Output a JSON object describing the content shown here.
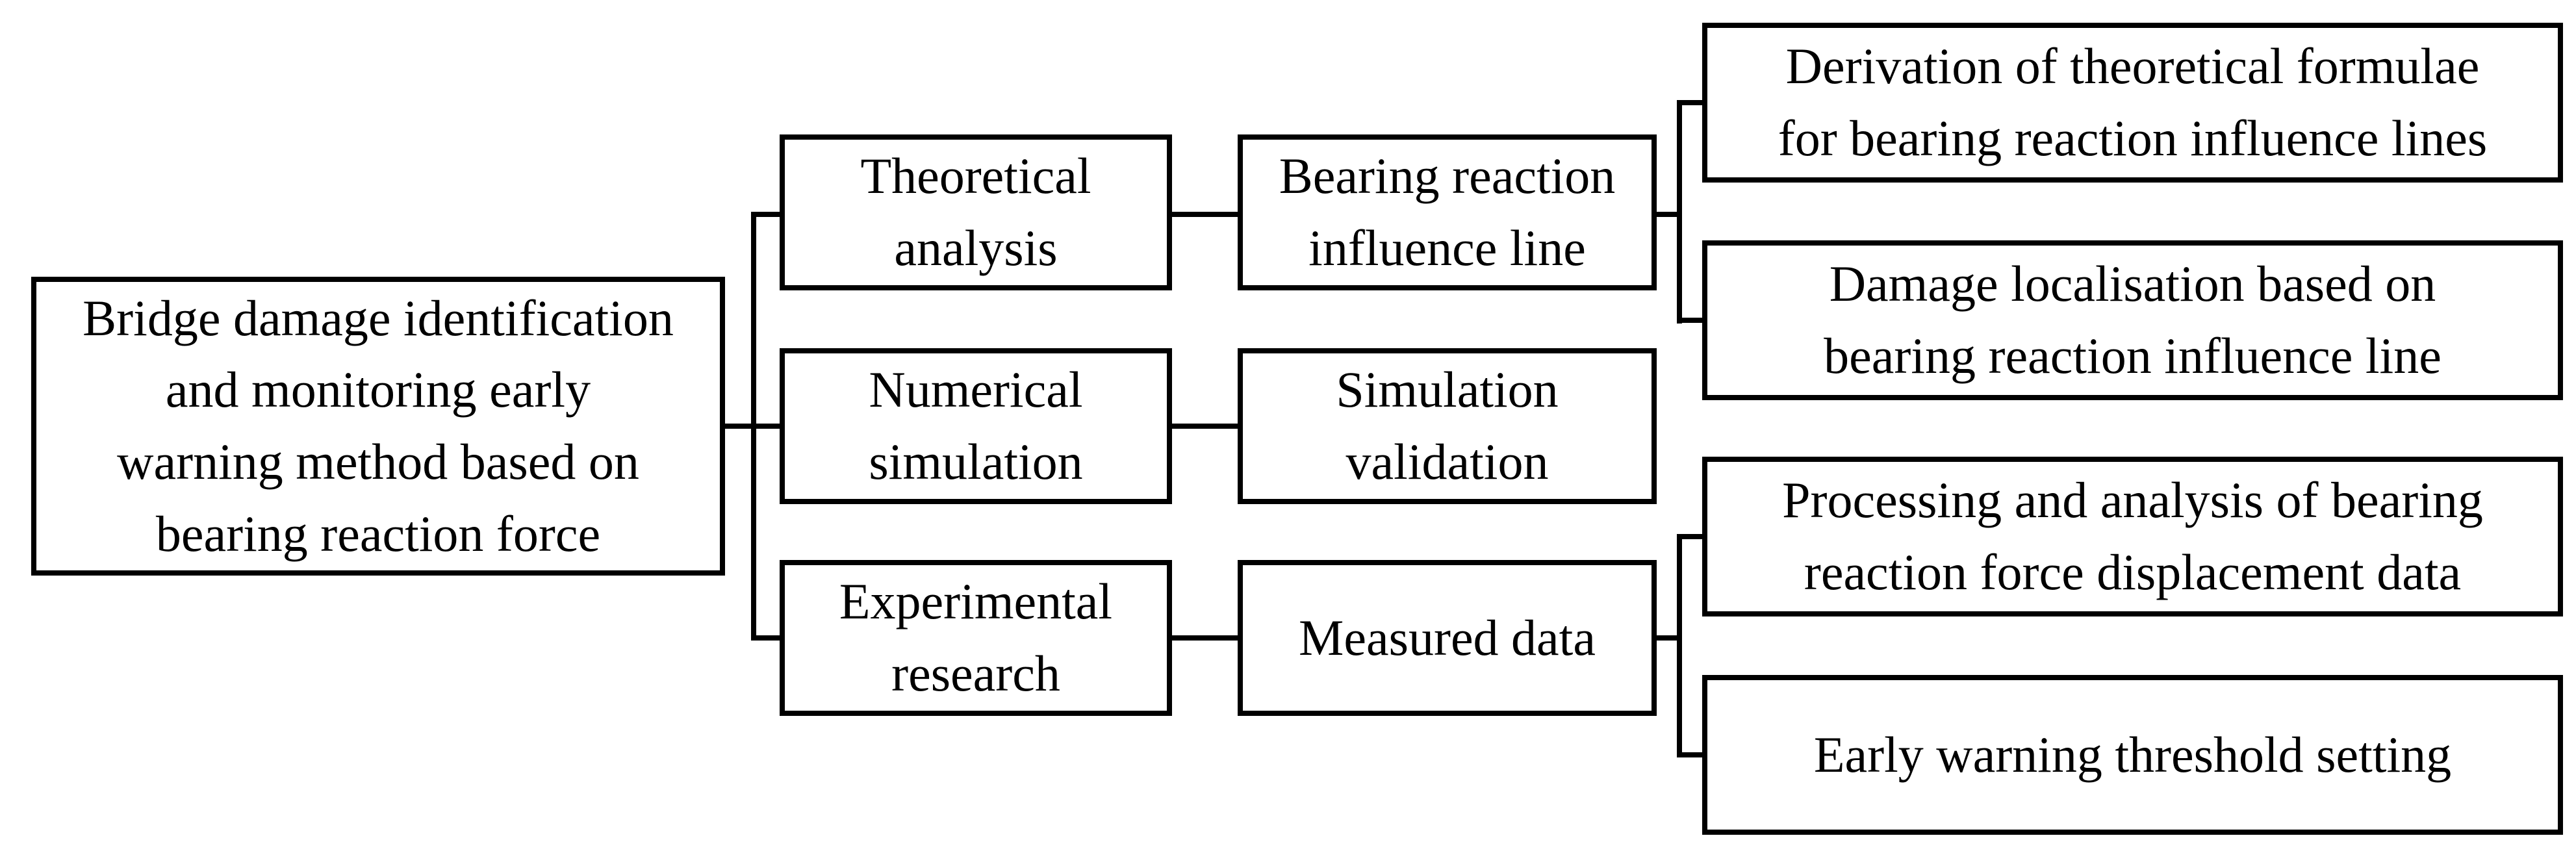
{
  "figure": {
    "colors": {
      "background": "#ffffff",
      "line": "#000000",
      "text": "#000000"
    },
    "nodes": {
      "root": {
        "label": "Bridge damage identification\nand monitoring early\nwarning method based on\nbearing reaction force"
      },
      "theoretical_analysis": {
        "label": "Theoretical\nanalysis"
      },
      "bearing_reaction_influence_line": {
        "label": "Bearing reaction\ninfluence line"
      },
      "numerical_simulation": {
        "label": "Numerical\nsimulation"
      },
      "simulation_validation": {
        "label": "Simulation\nvalidation"
      },
      "experimental_research": {
        "label": "Experimental\nresearch"
      },
      "measured_data": {
        "label": "Measured data"
      },
      "derivation_formulae": {
        "label": "Derivation of theoretical formulae\nfor bearing reaction influence lines"
      },
      "damage_localisation": {
        "label": "Damage localisation based on\nbearing reaction influence line"
      },
      "processing_analysis": {
        "label": "Processing and analysis of bearing\nreaction force displacement data"
      },
      "early_warning_threshold": {
        "label": "Early warning threshold setting"
      }
    },
    "edges": [
      {
        "from": "root",
        "to": "theoretical_analysis"
      },
      {
        "from": "root",
        "to": "numerical_simulation"
      },
      {
        "from": "root",
        "to": "experimental_research"
      },
      {
        "from": "theoretical_analysis",
        "to": "bearing_reaction_influence_line"
      },
      {
        "from": "numerical_simulation",
        "to": "simulation_validation"
      },
      {
        "from": "experimental_research",
        "to": "measured_data"
      },
      {
        "from": "bearing_reaction_influence_line",
        "to": "derivation_formulae"
      },
      {
        "from": "bearing_reaction_influence_line",
        "to": "damage_localisation"
      },
      {
        "from": "measured_data",
        "to": "processing_analysis"
      },
      {
        "from": "measured_data",
        "to": "early_warning_threshold"
      }
    ]
  }
}
